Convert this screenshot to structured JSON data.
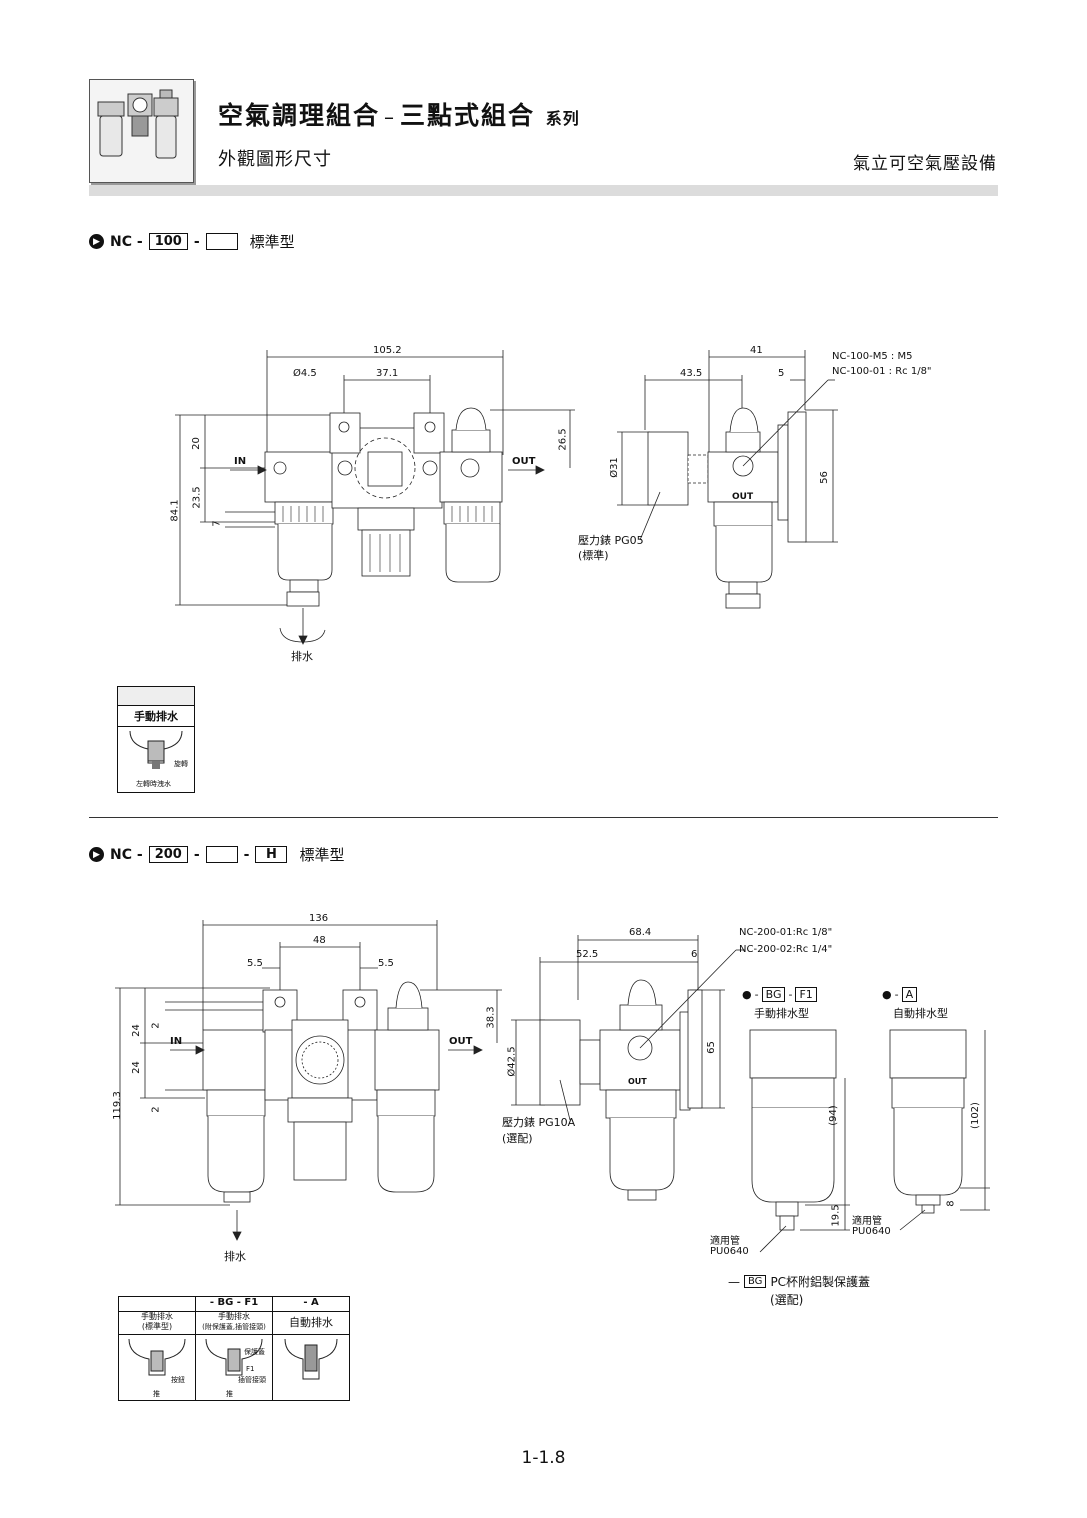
{
  "header": {
    "title_main": "空氣調理組合",
    "title_dash": "–",
    "title_sub": "三點式組合",
    "title_series": "系列",
    "subtitle": "外觀圖形尺寸",
    "company": "氣立可空氣壓設備"
  },
  "section1": {
    "prefix": "NC -",
    "size": "100",
    "dash": "-",
    "type": "標準型",
    "dims": {
      "d1": "105.2",
      "d2": "Ø4.5",
      "d3": "37.1",
      "d4": "20",
      "d5": "23.5",
      "d6": "84.1",
      "d7": "7",
      "d8": "26.5",
      "d9": "41",
      "d10": "43.5",
      "d11": "5",
      "d12": "Ø31",
      "d13": "56"
    },
    "labels": {
      "in": "IN",
      "out": "OUT",
      "drain": "排水",
      "port1": "NC-100-M5 : M5",
      "port2": "NC-100-01  : Rc 1/8\"",
      "gauge": "壓力錶  PG05",
      "gauge_note": "(標準)",
      "out_mark": "OUT"
    },
    "drain_table": {
      "header": "手動排水",
      "rotate": "旋轉",
      "note": "左轉時洩水"
    }
  },
  "section2": {
    "prefix": "NC -",
    "size": "200",
    "dash": "-",
    "dash2": "-",
    "suffix": "H",
    "type": "標準型",
    "dims": {
      "d1": "136",
      "d2": "48",
      "d3": "5.5",
      "d4": "5.5",
      "d5": "24",
      "d6": "2",
      "d7": "24",
      "d8": "2",
      "d9": "119.3",
      "d10": "38.3",
      "d11": "68.4",
      "d12": "52.5",
      "d13": "6",
      "d14": "Ø42.5",
      "d15": "65",
      "d16": "(94)",
      "d17": "19.5",
      "d18": "(102)",
      "d19": "8"
    },
    "labels": {
      "in": "IN",
      "out": "OUT",
      "drain": "排水",
      "port1": "NC-200-01:Rc 1/8\"",
      "port2": "NC-200-02:Rc 1/4\"",
      "gauge": "壓力錶 PG10A",
      "gauge_note": "(選配)",
      "out_mark": "OUT",
      "bg_label": "BG",
      "f1_label": "F1",
      "a_label": "A",
      "bullet": "●",
      "dash": "-",
      "manual_type": "手動排水型",
      "auto_type": "自動排水型",
      "tube1": "適用管",
      "tube1_size": "PU0640",
      "tube2": "適用管",
      "tube2_size": "PU0640",
      "bg_note_prefix": "—",
      "bg_note": "PC杯附鋁製保護蓋",
      "bg_note2": "(選配)"
    },
    "drain_table": {
      "col2_head": "- BG - F1",
      "col3_head": "- A",
      "col1_title": "手動排水",
      "col1_sub": "(標準型)",
      "col2_title": "手動排水",
      "col2_sub": "(附保護蓋,插管接頭)",
      "col3_title": "自動排水",
      "push": "推",
      "button": "按鈕",
      "cover": "保護蓋",
      "f1": "F1",
      "fitting": "插管接頭",
      "push2": "推"
    }
  },
  "page_number": "1-1.8"
}
